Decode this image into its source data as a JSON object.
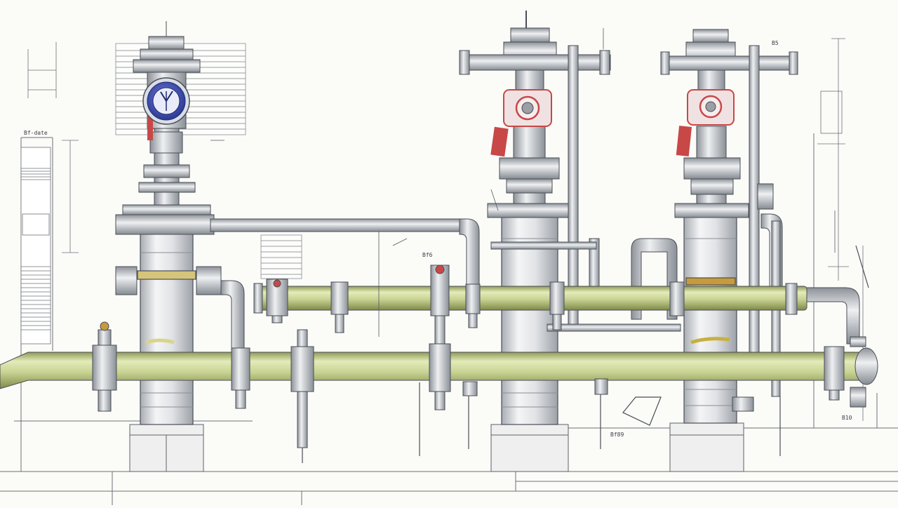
{
  "diagram": {
    "kind": "engineering drawing of vertical vessels with gate valves and horizontal process piping",
    "columns": [
      {
        "id": "left-column",
        "gauge": true
      },
      {
        "id": "center-column",
        "gauge": false
      },
      {
        "id": "right-column",
        "gauge": false
      }
    ],
    "annotations": [
      {
        "id": "note-left-1",
        "text": "Bf-date"
      },
      {
        "id": "note-center",
        "text": "Bf6"
      },
      {
        "id": "note-right",
        "text": "B5"
      },
      {
        "id": "note-bottom-center",
        "text": "Bf89"
      },
      {
        "id": "note-bottom-right",
        "text": "B10"
      }
    ]
  },
  "colors": {
    "pipe_fill": "#c8d292",
    "pipe_dark": "#8f9a55",
    "pipe_light": "#e4ebb9",
    "vessel": "#e6e8ea",
    "vessel_dark": "#a9adb3",
    "steel_line": "#4a4e55",
    "gauge_blue": "#4254b8",
    "red_tag": "#c84848",
    "orange_band": "#c79a3a"
  }
}
